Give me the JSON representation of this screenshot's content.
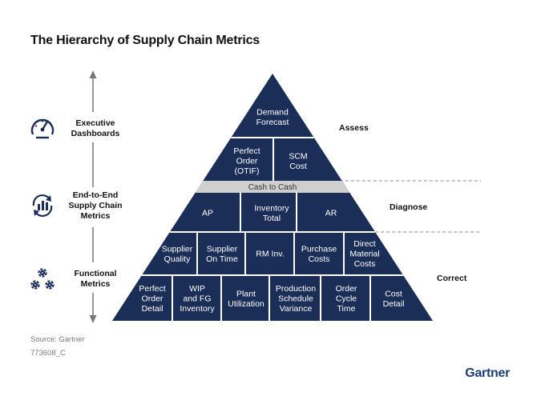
{
  "title": "The Hierarchy of Supply Chain Metrics",
  "colors": {
    "navy": "#1a2e58",
    "band": "#cfcfcf",
    "divider": "#ffffff",
    "arrow": "#777777",
    "logo": "#1c3d77"
  },
  "left_labels": [
    {
      "text": "Executive\nDashboards",
      "icon": "gauge-icon"
    },
    {
      "text": "End-to-End\nSupply Chain\nMetrics",
      "icon": "cycle-chart-icon"
    },
    {
      "text": "Functional\nMetrics",
      "icon": "gears-icon"
    }
  ],
  "right_labels": {
    "assess": "Assess",
    "diagnose": "Diagnose",
    "correct": "Correct"
  },
  "pyramid": {
    "apex": [
      "Demand\nForecast"
    ],
    "tier2": [
      "Perfect\nOrder\n(OTIF)",
      "SCM\nCost"
    ],
    "band": "Cash to Cash",
    "tier3": [
      "AP",
      "Inventory\nTotal",
      "AR"
    ],
    "tier4": [
      "Supplier\nQuality",
      "Supplier\nOn Time",
      "RM Inv.",
      "Purchase\nCosts",
      "Direct\nMaterial\nCosts"
    ],
    "tier5": [
      "Perfect\nOrder\nDetail",
      "WIP\nand FG\nInventory",
      "Plant\nUtilization",
      "Production\nSchedule\nVariance",
      "Order\nCycle\nTime",
      "Cost\nDetail"
    ]
  },
  "footer": {
    "source": "Source: Gartner",
    "code": "773608_C"
  },
  "logo": "Gartner"
}
